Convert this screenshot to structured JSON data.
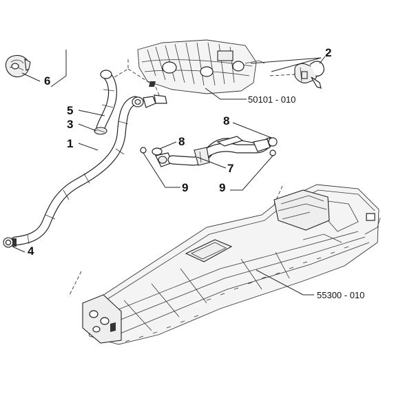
{
  "callouts": {
    "c1": "1",
    "c2": "2",
    "c3": "3",
    "c4": "4",
    "c5": "5",
    "c6": "6",
    "c7": "7",
    "c8a": "8",
    "c8b": "8",
    "c9a": "9",
    "c9b": "9"
  },
  "references": {
    "engine": "50101 - 010",
    "tank": "55300 - 010"
  }
}
